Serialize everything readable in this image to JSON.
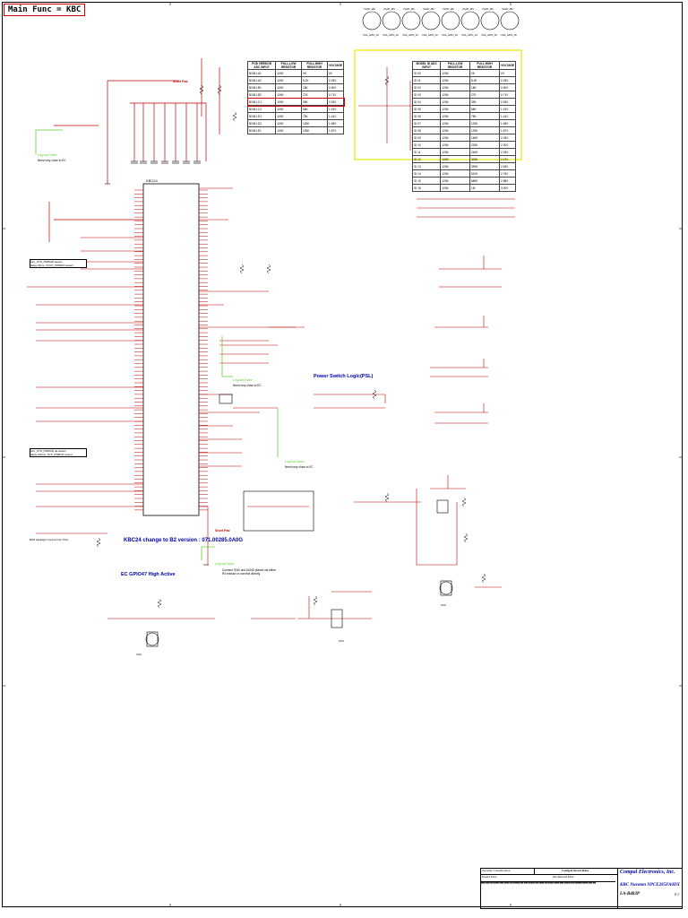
{
  "sheet": {
    "title_tag": "Main Func = KBC",
    "kbc_change_note": "KBC24 change to B2 version : 071.00285.0A0G",
    "ec_gpio_note": "EC GPIO47 High Active",
    "psl_title": "Power Switch Logic(PSL)",
    "layout_note_1": "Layout Note",
    "layout_note_1_sub": "Need very close to EC",
    "layout_note_2": "Layout Note",
    "layout_note_2_sub": "Need very close to EC",
    "layout_note_3": "Layout Note",
    "layout_note_3_sub": "Need very close to EC",
    "layout_note_4": "Layout Note",
    "layout_note_4_sub": "Connect GND and AGND planes via either\nR4 resistor or connect directly",
    "short_pad_1": "Short Pad",
    "short_pad_2": "Short Pad",
    "chip_ref": "KBC24",
    "note_box_1": "ALL_SYS_PWRGD assert,\ndelay 20ms, VCCP_PWRGD assert.",
    "note_box_2": "ALL_SYS_PWRGD de-assert,\ndelay 100ms, SYS_PWROK assert.",
    "note_box_3": "EDP backlight Control from PCH"
  },
  "power_circles": [
    {
      "top": "VGA5_18V",
      "bot": "VGA_GPIO_19"
    },
    {
      "top": "VGA5_18V",
      "bot": "VGA_GPIO_20"
    },
    {
      "top": "VGA5_18V",
      "bot": "VGA_GPIO_21"
    },
    {
      "top": "VGA5_18V",
      "bot": "VGA_GPIO_22"
    },
    {
      "top": "VGA5_18V",
      "bot": "VGA_GPIO_23"
    },
    {
      "top": "VGA5_18V",
      "bot": "VGA_GPIO_24"
    },
    {
      "top": "VGA5_18V",
      "bot": "VGA_GPIO_25"
    },
    {
      "top": "VGA5_18V",
      "bot": "VGA_GPIO_26"
    }
  ],
  "table_left": {
    "headers": [
      "PCB VERSION ADC INPUT",
      "PULL-LOW RESISTOR",
      "PULL-HIGH RESISTOR",
      "VOLTAGE"
    ],
    "rows": [
      [
        "BOM LA1",
        "100K",
        "0K",
        "0V"
      ],
      [
        "BOM LA2",
        "100K",
        "8.2K",
        "0.25V"
      ],
      [
        "BOM LB1",
        "100K",
        "18K",
        "0.50V"
      ],
      [
        "BOM LB2",
        "100K",
        "27K",
        "0.71V"
      ],
      [
        "BOM LC1",
        "100K",
        "39K",
        "0.93V"
      ],
      [
        "BOM LC2",
        "100K",
        "56K",
        "1.19V"
      ],
      [
        "BOM LD1",
        "100K",
        "75K",
        "1.41V"
      ],
      [
        "BOM LD2",
        "100K",
        "100K",
        "1.65V"
      ],
      [
        "BOM LE1",
        "100K",
        "130K",
        "1.87V"
      ]
    ]
  },
  "table_right": {
    "headers": [
      "MODEL ID ADC INPUT",
      "PULL-LOW RESISTOR",
      "PULL-HIGH RESISTOR",
      "VOLTAGE"
    ],
    "rows": [
      [
        "ID 00",
        "100K",
        "0K",
        "0V"
      ],
      [
        "ID 01",
        "100K",
        "8.2K",
        "0.25V"
      ],
      [
        "ID 02",
        "100K",
        "18K",
        "0.50V"
      ],
      [
        "ID 03",
        "100K",
        "27K",
        "0.71V"
      ],
      [
        "ID 04",
        "100K",
        "39K",
        "0.93V"
      ],
      [
        "ID 05",
        "100K",
        "56K",
        "1.19V"
      ],
      [
        "ID 06",
        "100K",
        "75K",
        "1.41V"
      ],
      [
        "ID 07",
        "100K",
        "100K",
        "1.65V"
      ],
      [
        "ID 08",
        "100K",
        "130K",
        "1.87V"
      ],
      [
        "ID 09",
        "100K",
        "160K",
        "2.03V"
      ],
      [
        "ID 10",
        "100K",
        "200K",
        "2.20V"
      ],
      [
        "ID 11",
        "100K",
        "240K",
        "2.33V"
      ],
      [
        "ID 12",
        "100K",
        "300K",
        "2.47V"
      ],
      [
        "ID 13",
        "100K",
        "390K",
        "2.63V"
      ],
      [
        "ID 14",
        "100K",
        "510K",
        "2.76V"
      ],
      [
        "ID 15",
        "100K",
        "680K",
        "2.88V"
      ],
      [
        "ID 16",
        "100K",
        "1M",
        "3.00V"
      ]
    ]
  },
  "title_block": {
    "security": "Security Classification",
    "compal_secret": "Compal Secret Data",
    "issued": "Issued Date",
    "deciphered": "Deciphered Date",
    "company": "Compal Electronics, Inc.",
    "doc_title": "KBC Nuvoton NPCE285FA0DX",
    "doc_number": "LA-B483P",
    "rev": "0.1"
  },
  "colors": {
    "wire": "#c00000",
    "component": "#000000",
    "note_green": "#66cc33",
    "highlight_yellow": "#e8e800",
    "net_label": "#cc0000"
  }
}
